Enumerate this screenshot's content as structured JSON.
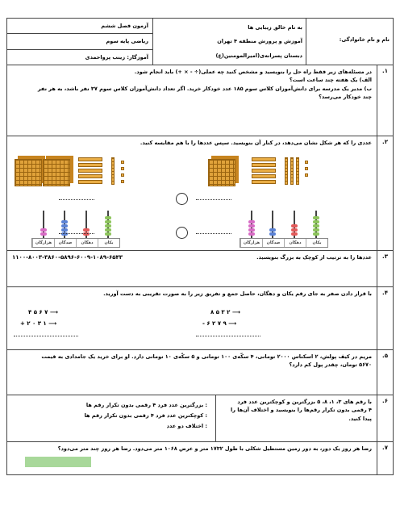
{
  "header": {
    "right_label": "نام و نام خانوادگی:",
    "center_line1": "به نام خالق زیبایی ها",
    "center_line2": "آموزش و پرورش منطقه ۴ تهران",
    "center_line3": "دبستان  پسرانه‌ی(امیرالمومنین(ع)",
    "left_line1": "آزمون فصل ششم",
    "left_line2": "ریاضی پایه سوم",
    "left_line3": "آموزگار: زینب پرواحمدی"
  },
  "questions": [
    {
      "number": "۱.",
      "lines": [
        "در مسئله‌های زیر فقط راه حل را بنویسید و مشخص کنید چه عملی(÷ - × +) باید انجام شود.",
        "الف) یک هفته چند ساعت است؟",
        "ب) مدیر یک مدرسه  برای دانش‌آموزان کلاس سوم ۱۸۵ عدد خودکار خرید. اگر تعداد دانش‌آموزان کلاس سوم ۳۷ نفر باشد، به هر نفر",
        "چند خودکار می‌رسد؟"
      ]
    },
    {
      "number": "۲.",
      "lines": [
        "عددی را که هر شکل نشان می‌دهد، در کنار آن بنویسید. سپس عددها را با هم مقایسه کنید."
      ],
      "abacus_labels": [
        "یکان",
        "دهگان",
        "صدگان",
        "هزارگان"
      ]
    },
    {
      "number": "۳.",
      "lines": [
        "عددها را به ترتیب از کوچک به بزرگ بنویسید."
      ],
      "sequence": "۱۱۰۰-۸۰۰۳-۳۸۶۰-۵۸۹۶-۶۰۰۹-۱۰۸۹-۶۵۴۳"
    },
    {
      "number": "۴.",
      "lines": [
        "با قرار دادن صفر به جای رقم یکان و دهگان، حاصل جمع و تفریق زیر را به صورت تقریبی به دست آورید."
      ],
      "left_top": "۴ ۵ ۶ ۷",
      "left_bottom": "+ ۲ ۰ ۳ ۱",
      "right_top": "۸ ۵ ۳ ۲",
      "right_bottom": "- ۶ ۲ ۷ ۹"
    },
    {
      "number": "۵.",
      "lines": [
        "مریم در کیف پولش، ۲ اسکناس ۲۰۰۰ تومانی، ۴ سکّه‌ی ۱۰۰ تومانی و ۵ سکّه‌ی ۱۰ تومانی دارد. او برای خرید یک جامدادی به قیمت",
        "۵۶۷۰ تومان، چقدر پول کم دارد؟"
      ]
    },
    {
      "number": "۶.",
      "right_lines": [
        "با رقم های ۳، ۱، ۸، ۵ بزرگترین و کوچکترین عدد فرد",
        "۴ رقمی بدون تکرار رقم‌ها را بنویسید و اختلاف آن‌ها را",
        "پیدا کنید."
      ],
      "left_lines": [
        ": بزرگترین عدد فرد ۴ رقمی بدون تکرار رقم ها",
        ": کوچکترین عدد فرد ۴ رقمی بدون تکرار رقم ها",
        ": اختلاف دو عدد"
      ]
    },
    {
      "number": "۷.",
      "lines": [
        "رضا هر روز یک دور، به دور زمین مستطیل شکلی با طول ۱۷۳۲ متر و عرض ۱۰۶۸ متر می‌دود. رضا هر روز چند متر می‌دود؟"
      ]
    }
  ],
  "colors": {
    "green_box": "#a8d89a",
    "block": "#e0a23a"
  }
}
